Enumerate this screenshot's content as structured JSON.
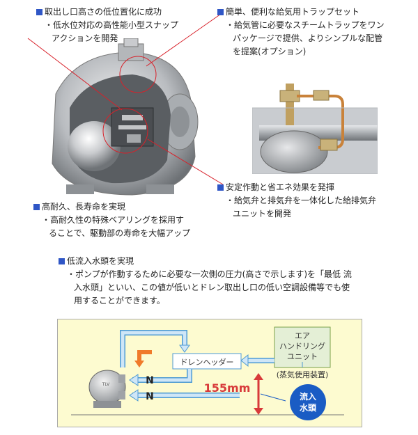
{
  "features": [
    {
      "title": "取出し口高さの低位置化に成功",
      "lines": [
        "・低水位対応の高性能小型スナップ",
        "アクションを開発"
      ]
    },
    {
      "title": "簡単、便利な給気用トラップセット",
      "lines": [
        "・給気管に必要なスチームトラップをワン",
        "パッケージで提供、よりシンプルな配管",
        "を提案(オプション)"
      ]
    },
    {
      "title": "安定作動と省エネ効果を発揮",
      "lines": [
        "・給気弁と排気弁を一体化した給排気弁",
        "ユニットを開発"
      ]
    },
    {
      "title": "高耐久、長寿命を実現",
      "lines": [
        "・高耐久性の特殊ベアリングを採用す",
        "ることで、駆動部の寿命を大幅アップ"
      ]
    },
    {
      "title": "低流入水頭を実現",
      "lines": [
        "・ポンプが作動するために必要な一次側の圧力(高さで示します)を「最低 流",
        "入水頭」といい、この値が低いとドレン取出し口の低い空調設備等でも使",
        "用することができます。"
      ]
    }
  ],
  "diagram": {
    "drain_header": "ドレンヘッダー",
    "ahu_lines": [
      "エア",
      "ハンドリング",
      "ユニット"
    ],
    "steam_equipment": "(蒸気使用装置)",
    "height_value": "155mm",
    "head_badge_lines": [
      "流入",
      "水頭"
    ],
    "n_marks": [
      "N",
      "N"
    ],
    "pump_badge": "TLV"
  },
  "colors": {
    "accent_blue": "#2f56c6",
    "callout_red": "#d8212a",
    "diagram_bg": "#fdfbd0",
    "pipe_fill": "#cfe6f7",
    "pipe_stroke": "#4d9ad2",
    "arrow_red": "#d83a3a",
    "orange_arrow": "#f07a2a",
    "ahu_fill": "#e4efd6",
    "badge_blue": "#1a5cc4"
  }
}
